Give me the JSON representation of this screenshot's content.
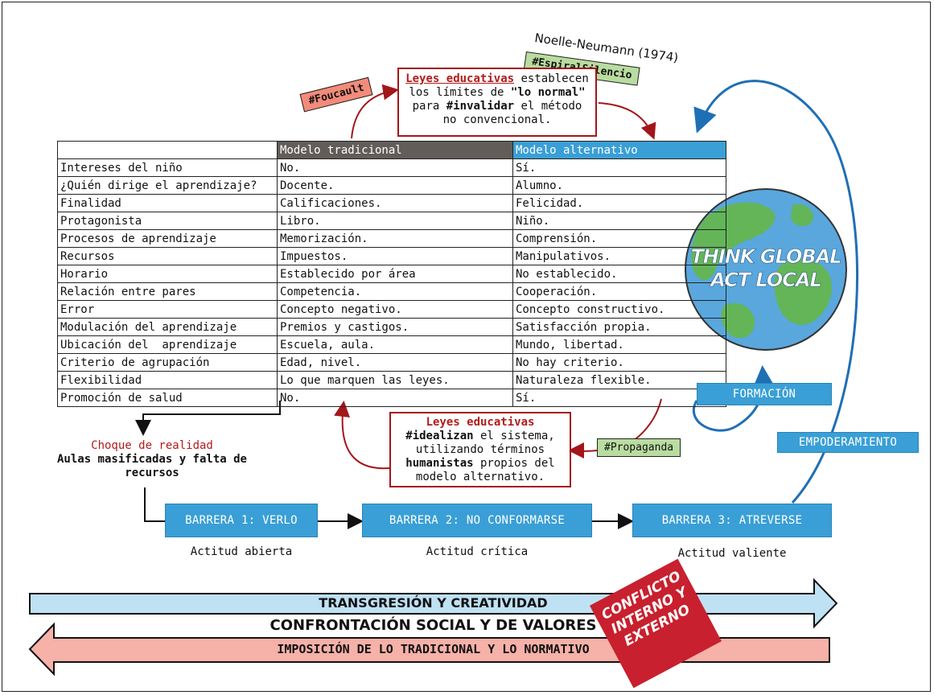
{
  "tags": {
    "foucault": "#Foucault",
    "espiral": "#EspiralSilencio",
    "propaganda": "#Propaganda"
  },
  "citation": "Noelle-Neumann (1974)",
  "top_box": {
    "part1": "Leyes educativas",
    "part2": " establecen los límites de ",
    "part3": "\"lo normal\"",
    "part4": " para ",
    "part5": "#invalidar",
    "part6": " el método no convencional."
  },
  "table": {
    "headers": [
      "",
      "Modelo tradicional",
      "Modelo alternativo"
    ],
    "rows": [
      [
        "Intereses del niño",
        "No.",
        "Sí."
      ],
      [
        "¿Quién dirige el aprendizaje?",
        "Docente.",
        "Alumno."
      ],
      [
        "Finalidad",
        "Calificaciones.",
        "Felicidad."
      ],
      [
        "Protagonista",
        "Libro.",
        "Niño."
      ],
      [
        "Procesos de aprendizaje",
        "Memorización.",
        "Comprensión."
      ],
      [
        "Recursos",
        "Impuestos.",
        "Manipulativos."
      ],
      [
        "Horario",
        "Establecido por área",
        "No establecido."
      ],
      [
        "Relación entre pares",
        "Competencia.",
        "Cooperación."
      ],
      [
        "Error",
        "Concepto negativo.",
        "Concepto constructivo."
      ],
      [
        "Modulación del aprendizaje",
        "Premios y castigos.",
        "Satisfacción propia."
      ],
      [
        "Ubicación del  aprendizaje",
        "Escuela, aula.",
        "Mundo, libertad."
      ],
      [
        "Criterio de agrupación",
        "Edad, nivel.",
        "No hay criterio."
      ],
      [
        "Flexibilidad",
        "Lo que marquen las leyes.",
        "Naturaleza flexible."
      ],
      [
        "Promoción de salud",
        "No.",
        "Sí."
      ]
    ]
  },
  "globe": {
    "line1": "THINK GLOBAL",
    "line2": "ACT LOCAL"
  },
  "formacion": "FORMACIÓN",
  "empoderamiento": "EMPODERAMIENTO",
  "bottom_box": {
    "title": "Leyes educativas",
    "l1a": "#idealizan",
    "l1b": " el sistema,",
    "l2": "utilizando términos",
    "l3a": "humanistas",
    "l3b": " propios del",
    "l4": "modelo alternativo."
  },
  "choque": {
    "title": "Choque de realidad",
    "l1": "Aulas masificadas y falta de",
    "l2": "recursos"
  },
  "barriers": [
    {
      "label": "BARRERA 1: VERLO",
      "caption": "Actitud abierta"
    },
    {
      "label": "BARRERA 2: NO CONFORMARSE",
      "caption": "Actitud crítica"
    },
    {
      "label": "BARRERA 3: ATREVERSE",
      "caption": "Actitud valiente"
    }
  ],
  "arrows": {
    "transgresion": "TRANSGRESIÓN Y CREATIVIDAD",
    "confrontacion": "CONFRONTACIÓN SOCIAL Y DE VALORES",
    "imposicion": "IMPOSICIÓN DE LO TRADICIONAL Y LO NORMATIVO"
  },
  "conflicto": [
    "CONFLICTO",
    "INTERNO Y",
    "EXTERNO"
  ],
  "colors": {
    "blue": "#3a9fd6",
    "dark_header": "#635d5a",
    "red": "#a3161a",
    "green_tag": "#b9dca0",
    "pink_tag": "#f28b7a",
    "arrow_blue": "#bfe1f4",
    "arrow_pink": "#f6b1a8",
    "conflict_red": "#c8202e"
  }
}
